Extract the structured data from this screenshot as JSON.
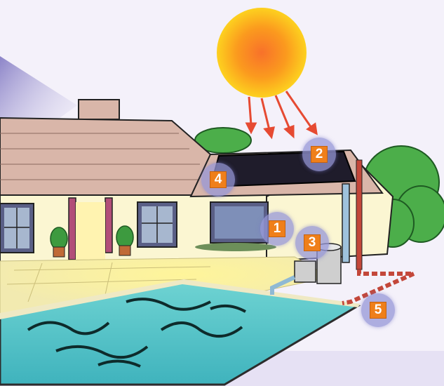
{
  "markers": [
    {
      "label": "1",
      "part": "window"
    },
    {
      "label": "2",
      "part": "roof-solar-panel"
    },
    {
      "label": "3",
      "part": "pump-filter-equipment"
    },
    {
      "label": "4",
      "part": "roof-front"
    },
    {
      "label": "5",
      "part": "return-pipe"
    }
  ],
  "colors": {
    "sky": "#f4f1fa",
    "sun_core": "#fb8b1e",
    "sun_edge": "#fdd11f",
    "roof": "#d9b6a9",
    "solar_panel": "#1f1c2b",
    "house_wall": "#fbf6d2",
    "pool_water": "#56c7c9",
    "marker_box": "#ef7f1a",
    "marker_ring": "#9696d7",
    "pipe_hot": "#c3473a",
    "pipe_cold": "#8fb9d4"
  }
}
